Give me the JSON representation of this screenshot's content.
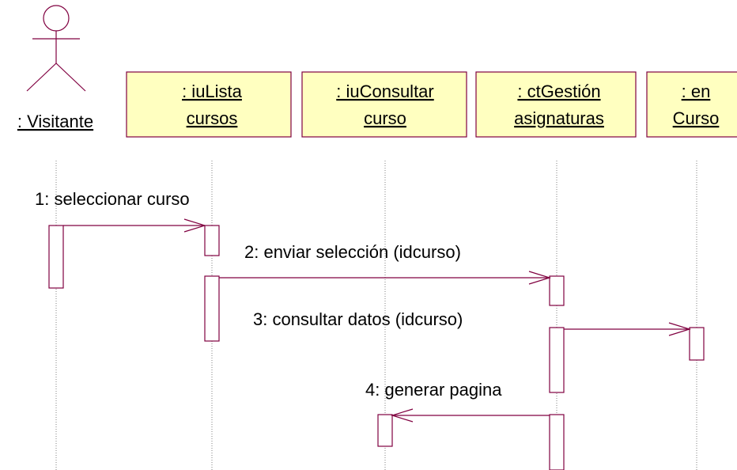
{
  "actor": {
    "label": ": Visitante"
  },
  "objects": [
    {
      "line1": ": iuLista",
      "line2": "cursos"
    },
    {
      "line1": ": iuConsultar",
      "line2": "curso"
    },
    {
      "line1": ": ctGestión",
      "line2": "asignaturas"
    },
    {
      "line1": ": en",
      "line2": "Curso"
    }
  ],
  "messages": [
    {
      "label": "1: seleccionar curso"
    },
    {
      "label": "2: enviar selección (idcurso)"
    },
    {
      "label": "3: consultar datos (idcurso)"
    },
    {
      "label": "4: generar pagina"
    }
  ],
  "colors": {
    "box_fill": "#ffffc0",
    "box_border": "#800040",
    "line_color": "#800040",
    "text_color": "#000000"
  }
}
